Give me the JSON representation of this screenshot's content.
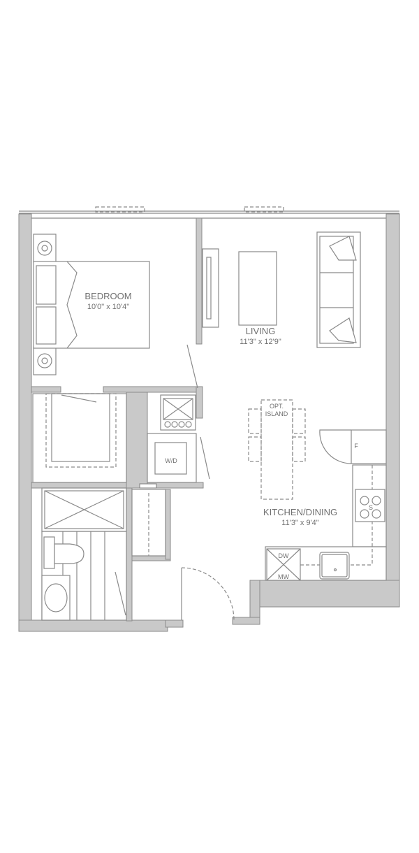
{
  "rooms": {
    "bedroom": {
      "name": "BEDROOM",
      "size": "10'0\" x 10'4\""
    },
    "living": {
      "name": "LIVING",
      "size": "11'3\" x 12'9\""
    },
    "kitchen": {
      "name": "KITCHEN/DINING",
      "size": "11'3\" x 9'4\""
    }
  },
  "fixtures": {
    "island_line1": "OPT.",
    "island_line2": "ISLAND",
    "washer_dryer": "W/D",
    "fridge": "F",
    "stove": "S",
    "dishwasher": "DW",
    "microwave": "MW"
  },
  "colors": {
    "wall": "#c9c9c9",
    "line": "#8a8a8a",
    "text": "#707070"
  }
}
